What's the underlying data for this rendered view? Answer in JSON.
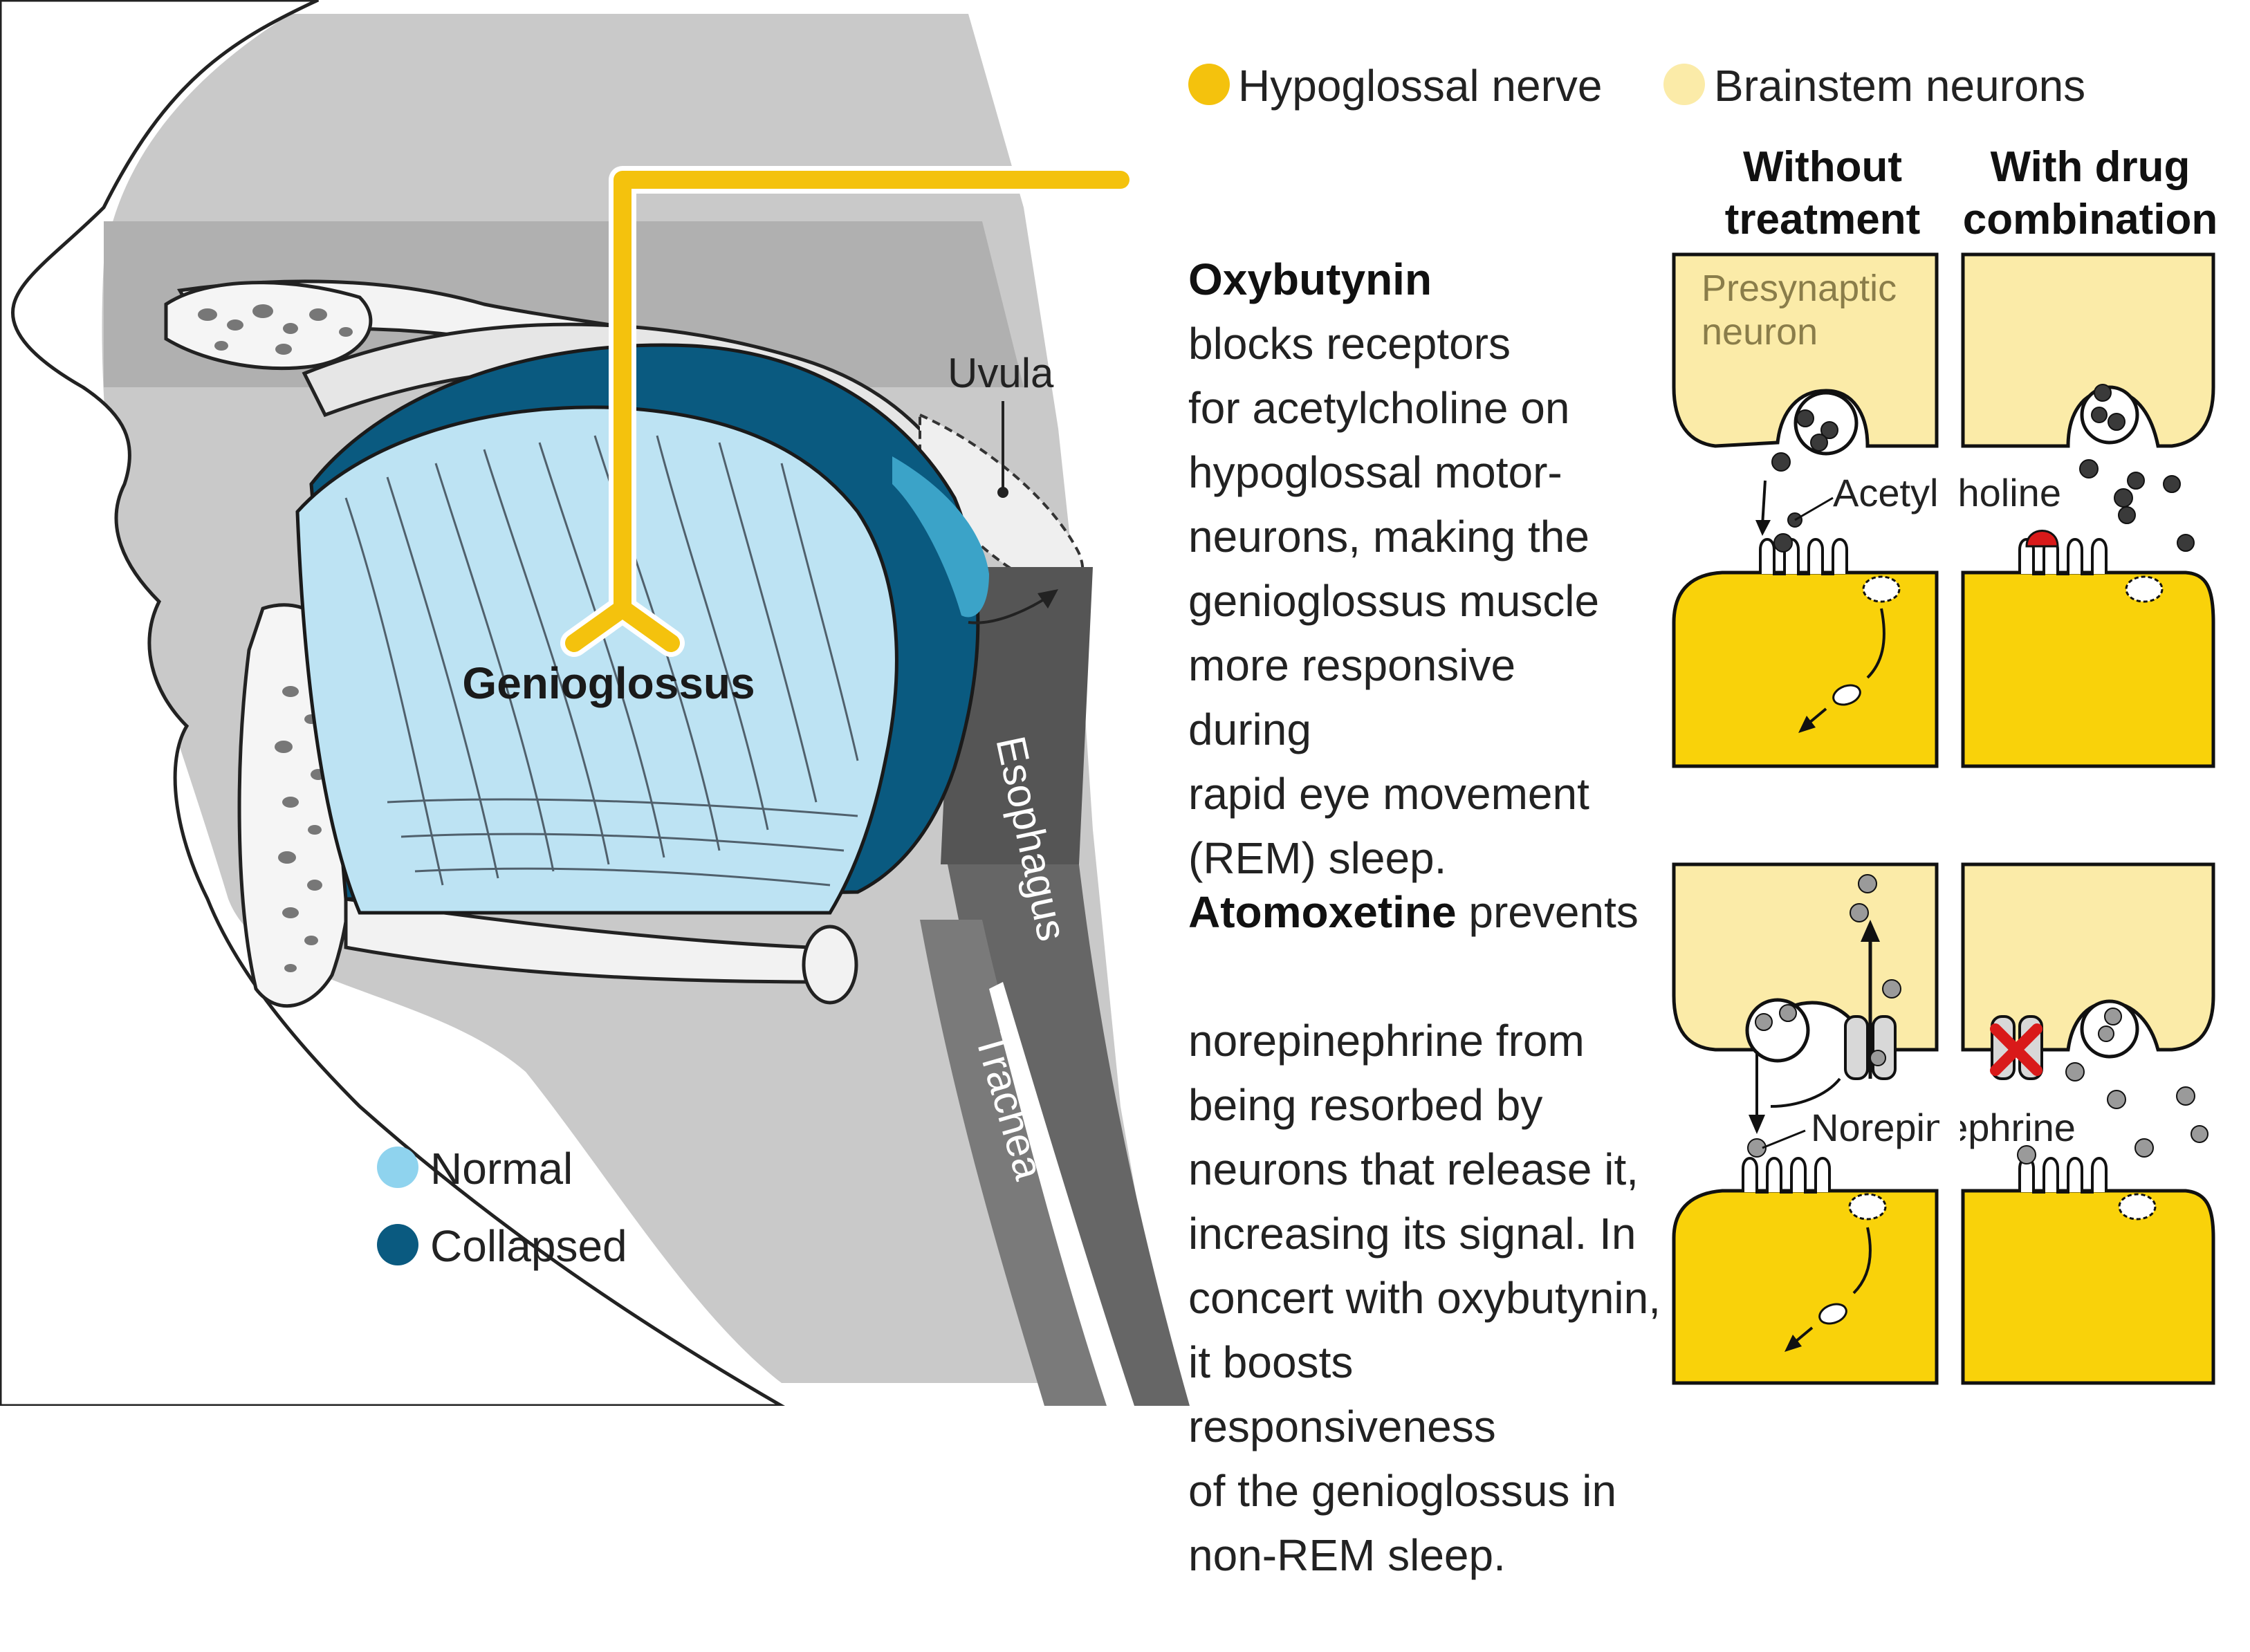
{
  "colors": {
    "hypoglossal_nerve": "#F4C20D",
    "brainstem_neurons": "#FBEBA8",
    "normal": "#8FD3EE",
    "collapsed": "#0A5A80",
    "muscle_cell": "#F9D20A",
    "receptor_block": "#D91A1A"
  },
  "legend_top": {
    "hypoglossal_nerve": "Hypoglossal nerve",
    "brainstem_neurons": "Brainstem neurons"
  },
  "legend_bottom": {
    "normal": "Normal",
    "collapsed": "Collapsed"
  },
  "anatomy_labels": {
    "muscle": "Genioglossus",
    "uvula": "Uvula",
    "esophagus": "Esophagus",
    "trachea": "Trachea"
  },
  "columns": {
    "without_treatment": [
      "Without",
      "treatment"
    ],
    "with_drug": [
      "With drug",
      "combination"
    ]
  },
  "synapse_labels": {
    "presynaptic": [
      "Presynaptic",
      "neuron"
    ],
    "acetylcholine": "Acetylcholine",
    "norepinephrine": "Norepinephrine"
  },
  "oxybutynin": {
    "name": "Oxybutynin",
    "text": "blocks receptors\nfor acetylcholine on\nhypoglossal motor-\nneurons, making the\ngenioglossus muscle\nmore responsive during\nrapid eye movement\n(REM) sleep."
  },
  "atomoxetine": {
    "name": "Atomoxetine",
    "text_first": " prevents",
    "text": "norepinephrine from\nbeing resorbed by\nneurons that release it,\nincreasing its signal. In\nconcert with oxybutynin,\nit boosts responsiveness\nof the genioglossus in\nnon-REM sleep."
  }
}
